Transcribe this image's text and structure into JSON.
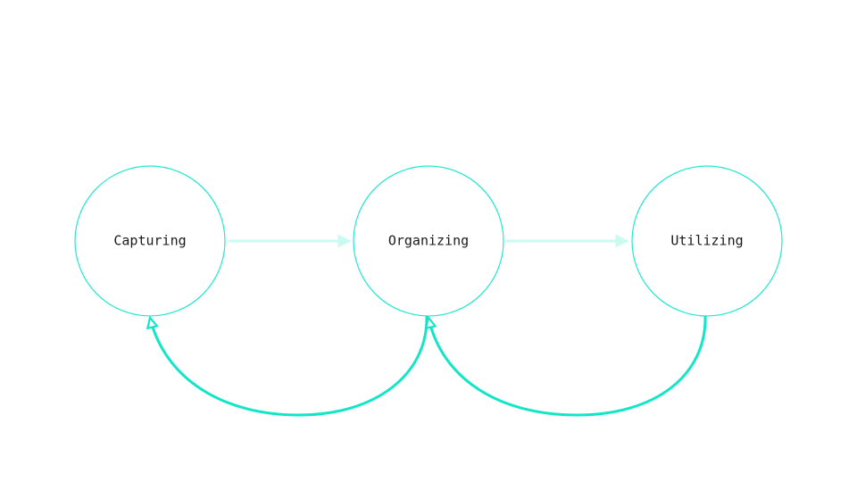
{
  "diagram": {
    "nodes": [
      {
        "id": "capturing",
        "label": "Capturing"
      },
      {
        "id": "organizing",
        "label": "Organizing"
      },
      {
        "id": "utilizing",
        "label": "Utilizing"
      }
    ],
    "forward_edges": [
      {
        "from": "capturing",
        "to": "organizing"
      },
      {
        "from": "organizing",
        "to": "utilizing"
      }
    ],
    "feedback_edges": [
      {
        "from": "organizing",
        "to": "capturing"
      },
      {
        "from": "utilizing",
        "to": "organizing"
      }
    ],
    "colors": {
      "node_stroke": "#22e8cf",
      "forward_arrow": "#c9fbf1",
      "feedback_arrow": "#12e6c6",
      "label": "#1a1a1a"
    }
  }
}
